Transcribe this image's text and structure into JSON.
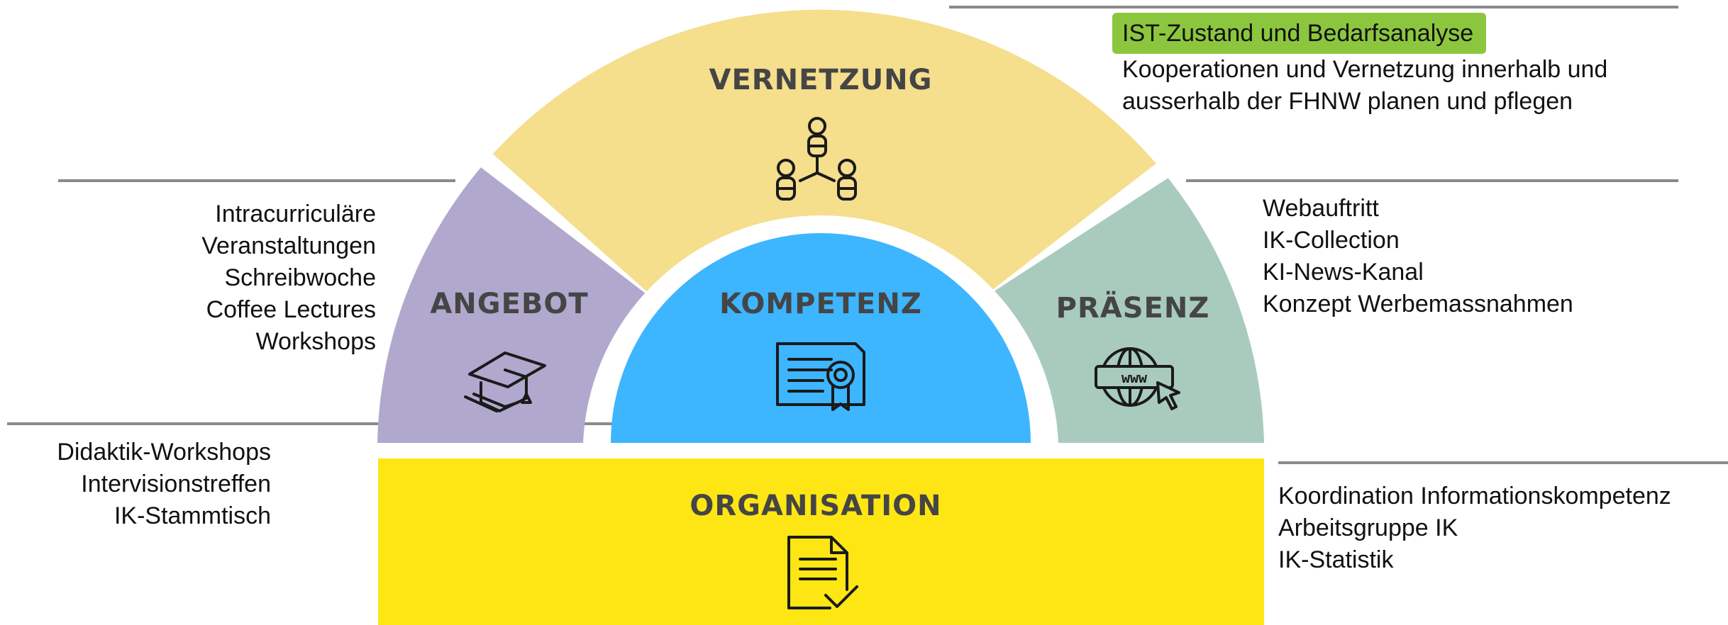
{
  "segments": {
    "vernetzung": {
      "label": "VERNETZUNG",
      "icon": "network-people-icon",
      "color": "#f5de8c"
    },
    "angebot": {
      "label": "ANGEBOT",
      "icon": "graduation-cap-icon",
      "color": "#b0a8cd"
    },
    "kompetenz": {
      "label": "KOMPETENZ",
      "icon": "certificate-icon",
      "color": "#3db5ff"
    },
    "praesenz": {
      "label": "PRÄSENZ",
      "icon": "www-globe-cursor-icon",
      "color": "#a8cbbd"
    },
    "organisation": {
      "label": "ORGANISATION",
      "icon": "document-check-icon",
      "color": "#fde614"
    }
  },
  "callouts": {
    "vernetzung": {
      "highlight": "IST-Zustand und Bedarfsanalyse",
      "highlight_color": "#8cc63e",
      "lines": [
        "Kooperationen und Vernetzung innerhalb und",
        "ausserhalb der FHNW planen und pflegen"
      ]
    },
    "angebot": {
      "lines": [
        "Intracurriculäre",
        "Veranstaltungen",
        "Schreibwoche",
        "Coffee Lectures",
        "Workshops"
      ]
    },
    "kompetenz": {
      "lines": [
        "Didaktik-Workshops",
        "Intervisionstreffen",
        "IK-Stammtisch"
      ]
    },
    "praesenz": {
      "lines": [
        "Webauftritt",
        "IK-Collection",
        "KI-News-Kanal",
        "Konzept Werbemassnahmen"
      ]
    },
    "organisation": {
      "lines": [
        "Koordination Informationskompetenz",
        "Arbeitsgruppe IK",
        "IK-Statistik"
      ]
    }
  }
}
